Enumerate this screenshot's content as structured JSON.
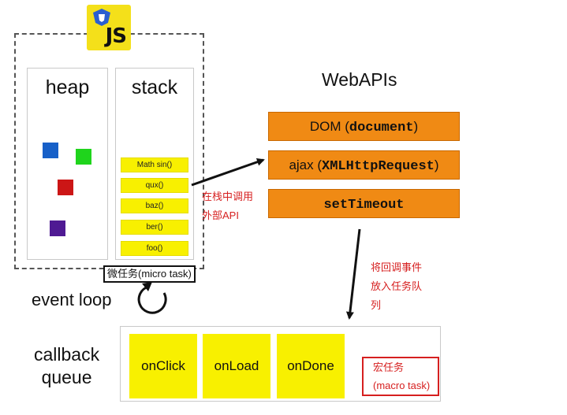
{
  "engine": {
    "logo_text": "JS",
    "heap_label": "heap",
    "stack_label": "stack",
    "stack_frames": [
      "Math sin()",
      "qux()",
      "baz()",
      "ber()",
      "foo()"
    ],
    "heap_objects": [
      {
        "color": "#1760c8"
      },
      {
        "color": "#1fd41c"
      },
      {
        "color": "#cc1616"
      },
      {
        "color": "#4f1a93"
      }
    ]
  },
  "webapis": {
    "title": "WebAPIs",
    "items": [
      {
        "prefix": "DOM (",
        "code": "document",
        "suffix": ")"
      },
      {
        "prefix": "ajax (",
        "code": "XMLHttpRequest",
        "suffix": ")"
      },
      {
        "prefix": "",
        "code": "setTimeout",
        "suffix": ""
      }
    ],
    "color": "#f08a14"
  },
  "annotations": {
    "call_external_line1": "在栈中调用",
    "call_external_line2": "外部API",
    "enqueue_line1": "将回调事件",
    "enqueue_line2": "放入任务队",
    "enqueue_line3": "列",
    "microtask": "微任务(micro task)",
    "macrotask_line1": "宏任务",
    "macrotask_line2": "(macro task)"
  },
  "event_loop": {
    "label": "event loop"
  },
  "callback_queue": {
    "label_line1": "callback",
    "label_line2": "queue",
    "items": [
      "onClick",
      "onLoad",
      "onDone"
    ],
    "color": "#f8f000"
  }
}
